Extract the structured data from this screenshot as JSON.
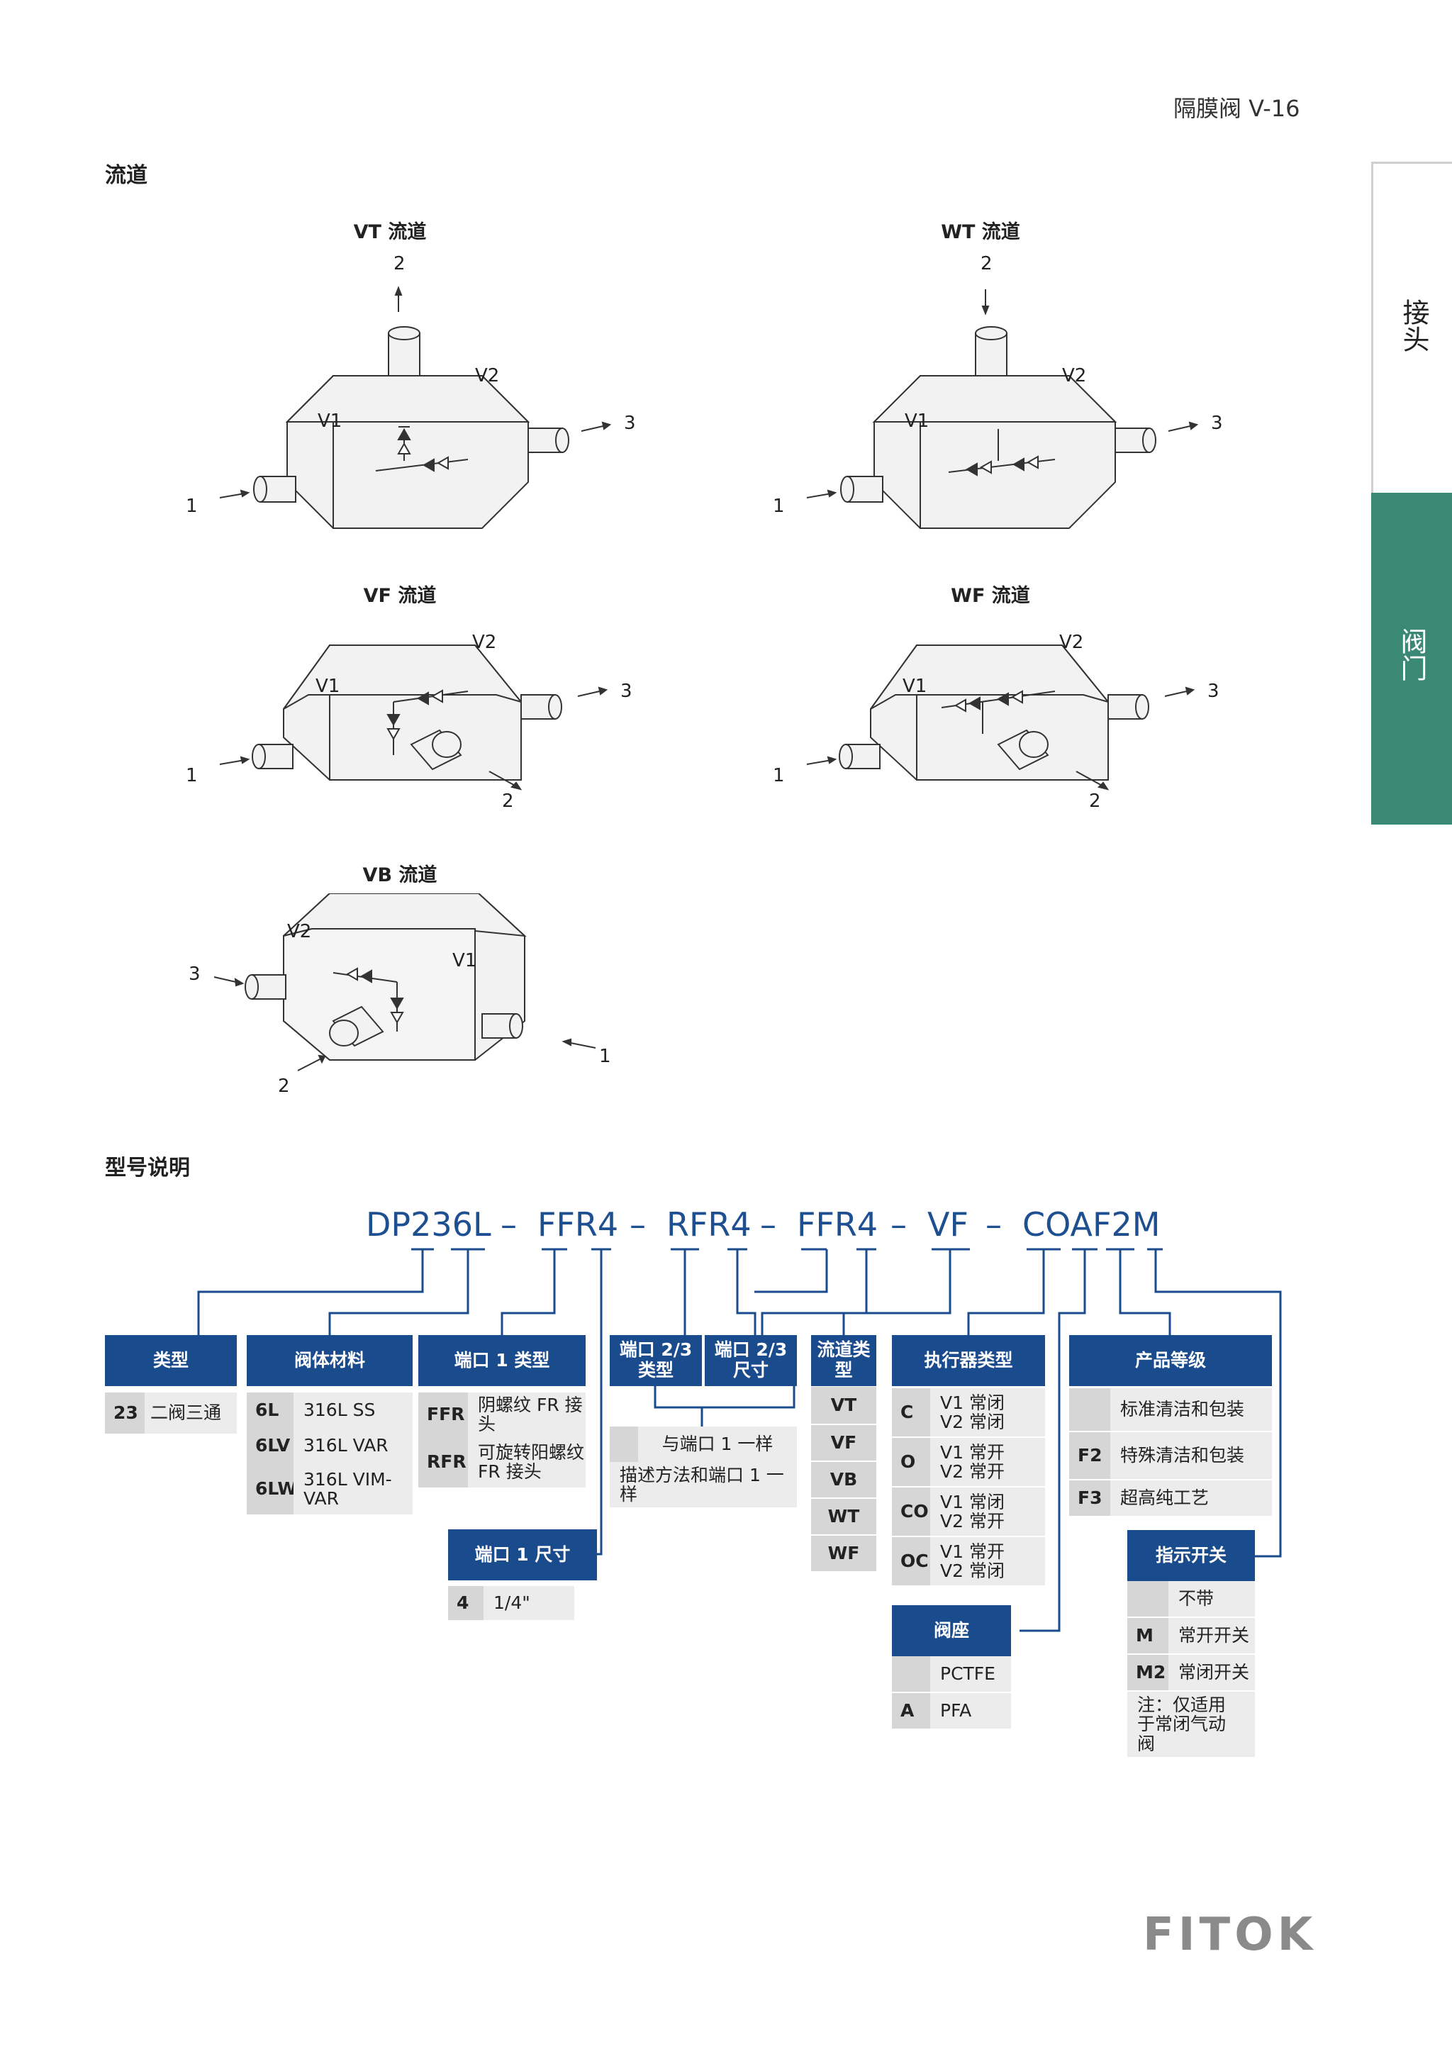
{
  "header": {
    "page_title": "隔膜阀  V-16"
  },
  "side_tabs": [
    {
      "label": "接头"
    },
    {
      "label": "阀门"
    }
  ],
  "flow_section": {
    "title": "流道",
    "diagrams": [
      {
        "title": "VT 流道",
        "labels": [
          "2",
          "V2",
          "V1",
          "3",
          "1"
        ]
      },
      {
        "title": "WT 流道",
        "labels": [
          "2",
          "V2",
          "V1",
          "3",
          "1"
        ]
      },
      {
        "title": "VF 流道",
        "labels": [
          "V2",
          "V1",
          "3",
          "1",
          "2"
        ]
      },
      {
        "title": "WF 流道",
        "labels": [
          "V2",
          "V1",
          "3",
          "1",
          "2"
        ]
      },
      {
        "title": "VB 流道",
        "labels": [
          "V2",
          "V1",
          "3",
          "1",
          "2"
        ]
      }
    ]
  },
  "model_section": {
    "title": "型号说明",
    "code_parts": [
      "DP236L",
      "FFR4",
      "RFR4",
      "FFR4",
      "VF",
      "COAF2M"
    ],
    "dash": "–",
    "type": {
      "header": "类型",
      "rows": [
        {
          "code": "23",
          "desc": "二阀三通"
        }
      ]
    },
    "body_material": {
      "header": "阀体材料",
      "rows": [
        {
          "code": "6L",
          "desc": "316L SS"
        },
        {
          "code": "6LV",
          "desc": "316L VAR"
        },
        {
          "code": "6LW",
          "desc": "316L VIM-VAR"
        }
      ]
    },
    "port1_type": {
      "header": "端口 1 类型",
      "rows": [
        {
          "code": "FFR",
          "desc": "阴螺纹 FR 接头"
        },
        {
          "code": "RFR",
          "desc": "可旋转阳螺纹 FR 接头"
        }
      ]
    },
    "port1_size": {
      "header": "端口 1 尺寸",
      "rows": [
        {
          "code": "4",
          "desc": "1/4\""
        }
      ]
    },
    "port23_type": {
      "header": "端口 2/3 类型"
    },
    "port23_size": {
      "header": "端口 2/3 尺寸"
    },
    "port23_rows": [
      "与端口 1 一样",
      "描述方法和端口 1 一样"
    ],
    "flow_type": {
      "header": "流道类型",
      "rows": [
        "VT",
        "VF",
        "VB",
        "WT",
        "WF"
      ]
    },
    "actuator": {
      "header": "执行器类型",
      "rows": [
        {
          "code": "C",
          "desc": "V1 常闭 V2 常闭"
        },
        {
          "code": "O",
          "desc": "V1 常开 V2 常开"
        },
        {
          "code": "CO",
          "desc": "V1 常闭 V2 常开"
        },
        {
          "code": "OC",
          "desc": "V1 常开 V2 常闭"
        }
      ]
    },
    "seat": {
      "header": "阀座",
      "rows": [
        {
          "code": "",
          "desc": "PCTFE"
        },
        {
          "code": "A",
          "desc": "PFA"
        }
      ]
    },
    "grade": {
      "header": "产品等级",
      "rows": [
        {
          "code": "",
          "desc": "标准清洁和包装"
        },
        {
          "code": "F2",
          "desc": "特殊清洁和包装"
        },
        {
          "code": "F3",
          "desc": "超高纯工艺"
        }
      ]
    },
    "indicator": {
      "header": "指示开关",
      "rows": [
        {
          "code": "",
          "desc": "不带"
        },
        {
          "code": "M",
          "desc": "常开开关"
        },
        {
          "code": "M2",
          "desc": "常闭开关"
        }
      ],
      "note": "注：仅适用于常闭气动阀"
    }
  },
  "footer": {
    "logo": "FITOK"
  },
  "colors": {
    "brand_blue": "#1a4b8c",
    "tab_green": "#3a8875",
    "cell_gray": "#ececec"
  }
}
